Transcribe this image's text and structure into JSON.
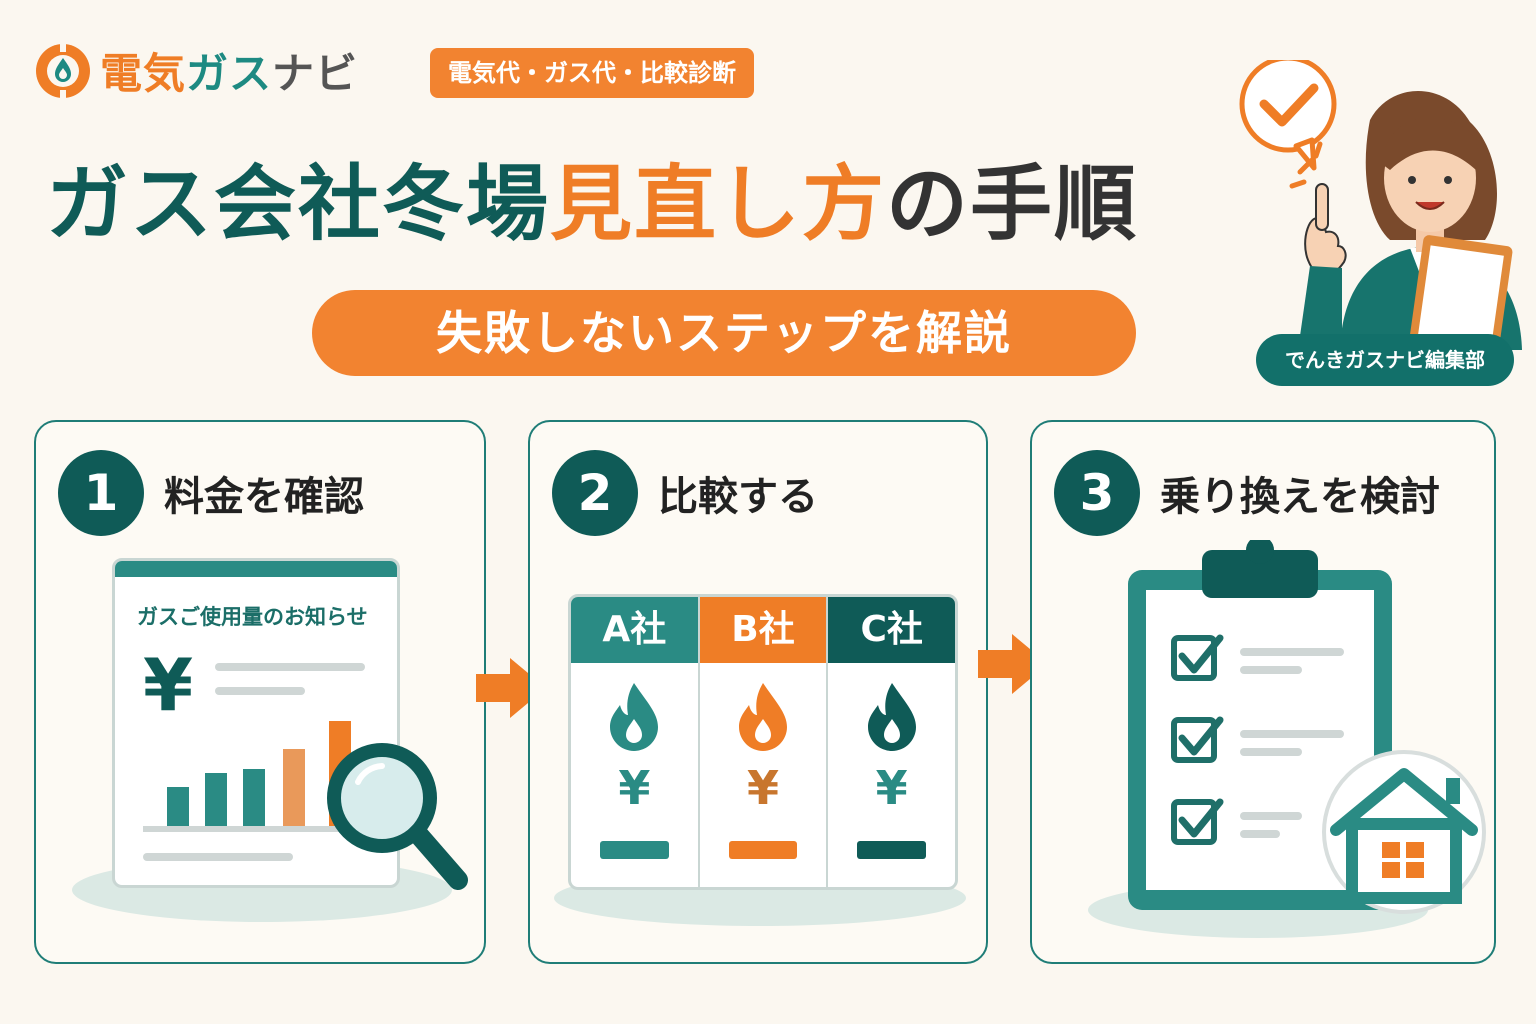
{
  "brand": {
    "logo_a": "電気",
    "logo_b": "ガス",
    "logo_c": "ナビ",
    "tagline": "電気代・ガス代・比較診断"
  },
  "headline": {
    "part1": "ガス会社冬場",
    "part2": "見直し方",
    "part3": "の手順",
    "subtitle": "失敗しないステップを解説"
  },
  "editor": {
    "badge": "でんきガスナビ編集部"
  },
  "steps": [
    {
      "number": "1",
      "title": "料金を確認",
      "bill_title": "ガスご使用量のお知らせ",
      "yen": "¥"
    },
    {
      "number": "2",
      "title": "比較する",
      "companies": [
        {
          "label": "A社",
          "yen": "¥",
          "color": "#2a8b84"
        },
        {
          "label": "B社",
          "yen": "¥",
          "color": "#ef7d26"
        },
        {
          "label": "C社",
          "yen": "¥",
          "color": "#0f5b57"
        }
      ]
    },
    {
      "number": "3",
      "title": "乗り換えを検討"
    }
  ],
  "colors": {
    "primary": "#0f5b57",
    "accent": "#ef7d26",
    "background": "#fbf7f0"
  }
}
